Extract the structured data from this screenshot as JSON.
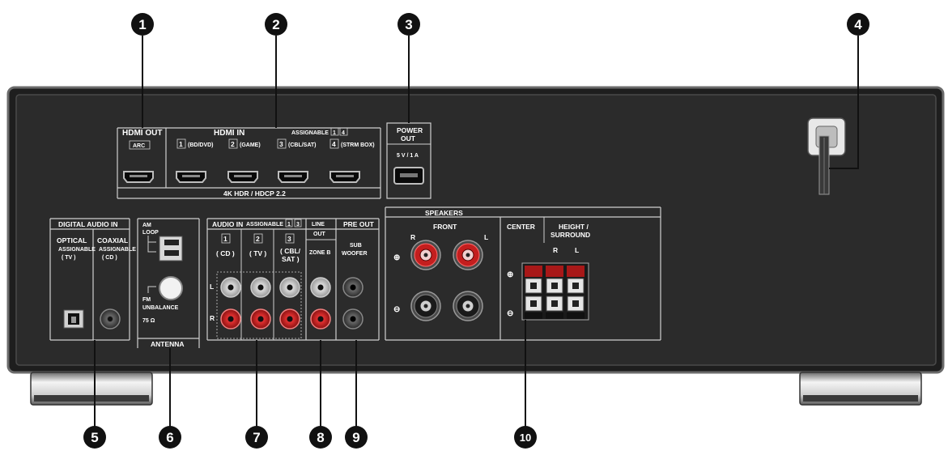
{
  "callouts": [
    "1",
    "2",
    "3",
    "4",
    "5",
    "6",
    "7",
    "8",
    "9",
    "10"
  ],
  "hdmi_out": {
    "title": "HDMI OUT",
    "arc": "ARC"
  },
  "hdmi_in": {
    "title": "HDMI IN",
    "assignable": "ASSIGNABLE",
    "assign_nums": [
      "1",
      "4"
    ],
    "inputs": [
      {
        "num": "1",
        "label": "(BD/DVD)"
      },
      {
        "num": "2",
        "label": "(GAME)"
      },
      {
        "num": "3",
        "label": "(CBL/SAT)"
      },
      {
        "num": "4",
        "label": "(STRM BOX)"
      }
    ],
    "footer": "4K HDR / HDCP 2.2"
  },
  "power_out": {
    "title_line1": "POWER",
    "title_line2": "OUT",
    "rating": "5 V / 1 A"
  },
  "digital_audio_in": {
    "title": "DIGITAL AUDIO IN",
    "optical": "OPTICAL",
    "optical_sub1": "ASSIGNABLE",
    "optical_sub2": "( TV )",
    "coaxial": "COAXIAL",
    "coaxial_sub1": "ASSIGNABLE",
    "coaxial_sub2": "( CD )"
  },
  "antenna": {
    "am1": "AM",
    "am2": "LOOP",
    "fm": "FM",
    "unbalance": "UNBALANCE",
    "ohm": "75 Ω",
    "title": "ANTENNA"
  },
  "audio_in": {
    "title": "AUDIO IN",
    "assignable": "ASSIGNABLE",
    "assign_nums": [
      "1",
      "3"
    ],
    "channels": [
      {
        "num": "1",
        "label": "( CD )"
      },
      {
        "num": "2",
        "label": "( TV )"
      },
      {
        "num": "3",
        "label": "( CBL/",
        "label2": "SAT )"
      }
    ],
    "l": "L",
    "r": "R"
  },
  "line_out": {
    "line1": "LINE",
    "line2": "OUT",
    "zone": "ZONE B"
  },
  "pre_out": {
    "title": "PRE OUT",
    "sub1": "SUB",
    "sub2": "WOOFER"
  },
  "speakers": {
    "title": "SPEAKERS",
    "front": "FRONT",
    "r": "R",
    "l": "L",
    "plus": "⊕",
    "minus": "⊖",
    "center": "CENTER",
    "height1": "HEIGHT /",
    "height2": "SURROUND",
    "hs_r": "R",
    "hs_l": "L"
  }
}
